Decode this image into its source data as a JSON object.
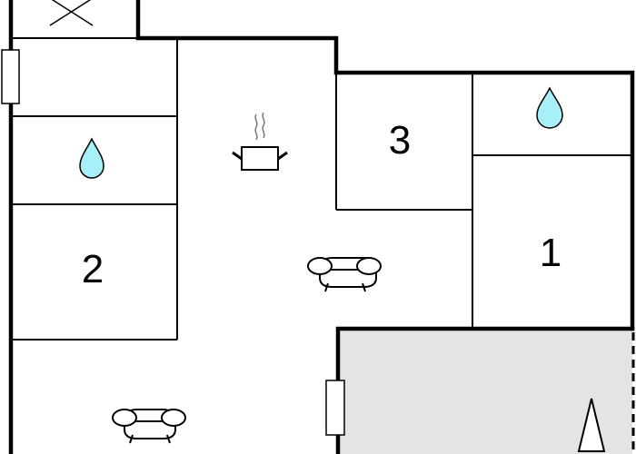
{
  "floorplan": {
    "colors": {
      "wall": "#000000",
      "water_icon_fill": "#a8f0f8",
      "terrace_fill": "#e4e4e4",
      "background": "#ffffff"
    },
    "rooms": [
      {
        "id": "room-1",
        "label": "1",
        "type": "bedroom"
      },
      {
        "id": "room-2",
        "label": "2",
        "type": "bedroom"
      },
      {
        "id": "room-3",
        "label": "3",
        "type": "bedroom"
      }
    ],
    "icons": [
      {
        "name": "water-drop-icon",
        "room": "left-bathroom"
      },
      {
        "name": "water-drop-icon",
        "room": "right-bathroom"
      },
      {
        "name": "cooking-pot-icon",
        "room": "kitchen"
      },
      {
        "name": "sofa-icon",
        "room": "living-center"
      },
      {
        "name": "sofa-icon",
        "room": "living-lower"
      },
      {
        "name": "fireplace-x-icon",
        "room": "top-left-closet"
      },
      {
        "name": "tent-icon",
        "room": "terrace"
      }
    ]
  }
}
